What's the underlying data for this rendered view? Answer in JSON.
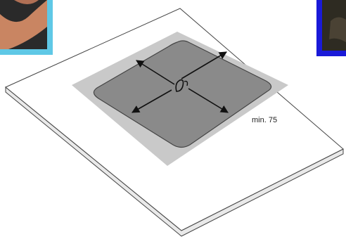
{
  "diagram": {
    "dimension_label": "min. 75",
    "colors": {
      "board_fill": "#ffffff",
      "board_edge": "#444444",
      "margin_band": "#c9c9c9",
      "tile_fill": "#8a8a8a",
      "tile_edge": "#444444",
      "arrow": "#111111",
      "photo_left_frame": "#5fc8e6",
      "photo_left_content": "#2a2a2a",
      "photo_left_skin": "#c98562",
      "photo_right_frame": "#1a1ad8",
      "photo_right_content": "#2e2b22"
    },
    "photos": [
      {
        "name": "photo-thumbnail-left",
        "frame": "photo_left_frame"
      },
      {
        "name": "photo-thumbnail-right",
        "frame": "photo_right_frame"
      }
    ],
    "arrows": [
      {
        "direction": "up-left"
      },
      {
        "direction": "up-right"
      },
      {
        "direction": "down-left"
      },
      {
        "direction": "down-right"
      }
    ]
  }
}
